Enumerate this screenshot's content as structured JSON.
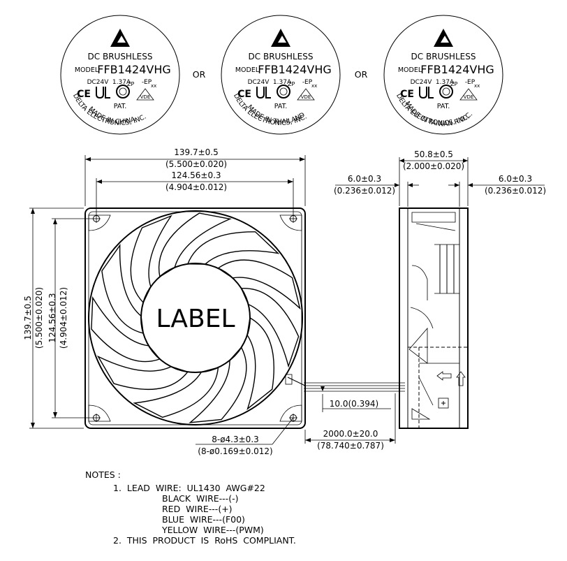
{
  "labels": [
    {
      "line1": "DC  BRUSHLESS",
      "model_prefix": "MODEL",
      "model": "FFB1424VHG",
      "rating_v": "DC24V",
      "rating_a": "1.37A",
      "rating_suffix": "-EP",
      "pat": "PAT.",
      "arc_text": "DELTA  ELECTRONICS, INC.",
      "origin": "MADE  IN  CHINA"
    },
    {
      "line1": "DC  BRUSHLESS",
      "model_prefix": "MODEL",
      "model": "FFB1424VHG",
      "rating_v": "DC24V",
      "rating_a": "1.37A",
      "rating_suffix": "-EP",
      "pat": "PAT.",
      "arc_text": "DELTA  ELECTRONICS, INC.",
      "origin": "MADE  IN  THAILAND"
    },
    {
      "line1": "DC  BRUSHLESS",
      "model_prefix": "MODEL",
      "model": "FFB1424VHG",
      "rating_v": "DC24V",
      "rating_a": "1.37A",
      "rating_suffix": "-EP",
      "pat": "PAT.",
      "arc_text": "DELTA  ELECTRONICS, INC.",
      "origin": "MADE  IN  TAIWAN  R.O.C."
    }
  ],
  "or_text": "OR",
  "cert_marks": {
    "ce": "CE",
    "zp": "ZP",
    "xx": "xx",
    "vde": "VDE"
  },
  "dims": {
    "width_outer_mm": "139.7±0.5",
    "width_outer_in": "(5.500±0.020)",
    "width_hole_mm": "124.56±0.3",
    "width_hole_in": "(4.904±0.012)",
    "height_outer_mm": "139.7±0.5",
    "height_outer_in": "(5.500±0.020)",
    "height_hole_mm": "124.56±0.3",
    "height_hole_in": "(4.904±0.012)",
    "depth_mm": "50.8±0.5",
    "depth_in": "(2.000±0.020)",
    "flange_left_mm": "6.0±0.3",
    "flange_left_in": "(0.236±0.012)",
    "flange_right_mm": "6.0±0.3",
    "flange_right_in": "(0.236±0.012)",
    "hole_mm": "8-ø4.3±0.3",
    "hole_in": "(8-ø0.169±0.012)",
    "lead_mm": "2000.0±20.0",
    "lead_in": "(78.740±0.787)",
    "wire_offset": "10.0(0.394)"
  },
  "hub_label": "LABEL",
  "notes": {
    "title": "NOTES :",
    "item1": "1.  LEAD  WIRE:  UL1430  AWG#22",
    "wires": [
      "BLACK  WIRE---(-)",
      "RED  WIRE---(+)",
      "BLUE  WIRE---(F00)",
      "YELLOW  WIRE---(PWM)"
    ],
    "item2": "2.  THIS  PRODUCT  IS  RoHS  COMPLIANT."
  }
}
